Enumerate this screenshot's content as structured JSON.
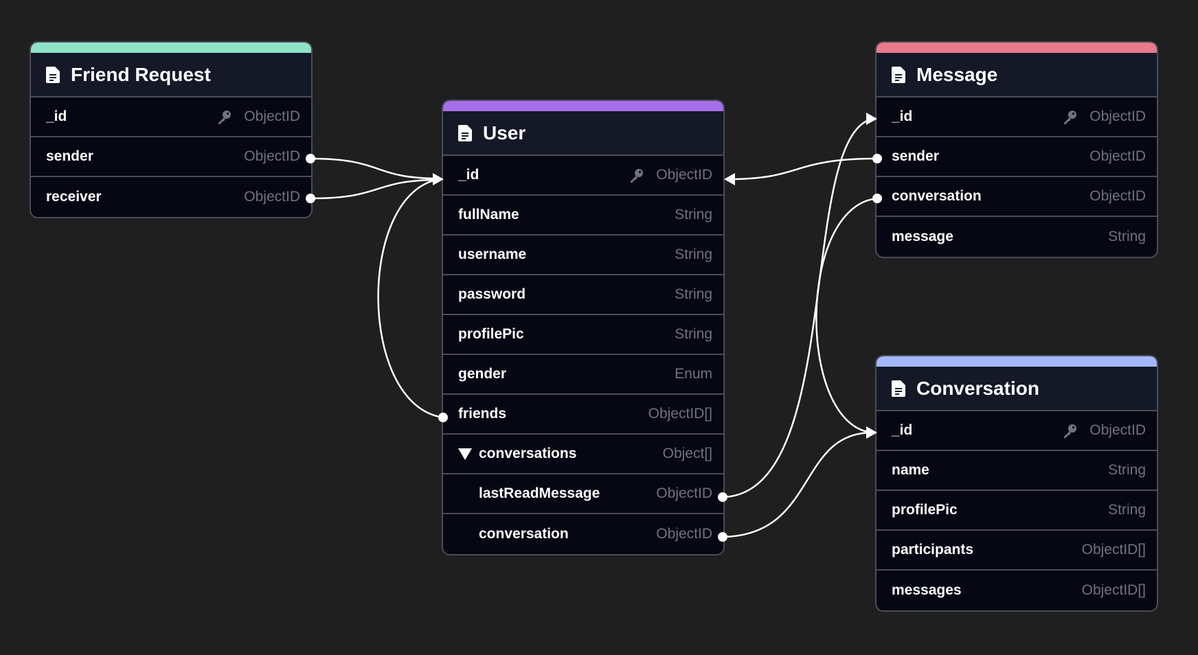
{
  "tables": {
    "friend_request": {
      "title": "Friend Request",
      "accent": "#8ee3c6",
      "fields": [
        {
          "name": "_id",
          "type": "ObjectID"
        },
        {
          "name": "sender",
          "type": "ObjectID"
        },
        {
          "name": "receiver",
          "type": "ObjectID"
        }
      ]
    },
    "user": {
      "title": "User",
      "accent": "#a66ee8",
      "fields": [
        {
          "name": "_id",
          "type": "ObjectID"
        },
        {
          "name": "fullName",
          "type": "String"
        },
        {
          "name": "username",
          "type": "String"
        },
        {
          "name": "password",
          "type": "String"
        },
        {
          "name": "profilePic",
          "type": "String"
        },
        {
          "name": "gender",
          "type": "Enum"
        },
        {
          "name": "friends",
          "type": "ObjectID[]"
        },
        {
          "name": "conversations",
          "type": "Object[]"
        },
        {
          "name": "lastReadMessage",
          "type": "ObjectID"
        },
        {
          "name": "conversation",
          "type": "ObjectID"
        }
      ]
    },
    "message": {
      "title": "Message",
      "accent": "#e87b8b",
      "fields": [
        {
          "name": "_id",
          "type": "ObjectID"
        },
        {
          "name": "sender",
          "type": "ObjectID"
        },
        {
          "name": "conversation",
          "type": "ObjectID"
        },
        {
          "name": "message",
          "type": "String"
        }
      ]
    },
    "conversation": {
      "title": "Conversation",
      "accent": "#a2b8fb",
      "fields": [
        {
          "name": "_id",
          "type": "ObjectID"
        },
        {
          "name": "name",
          "type": "String"
        },
        {
          "name": "profilePic",
          "type": "String"
        },
        {
          "name": "participants",
          "type": "ObjectID[]"
        },
        {
          "name": "messages",
          "type": "ObjectID[]"
        }
      ]
    }
  },
  "icons": {
    "table": "document-icon",
    "primary_key": "key-icon",
    "expand": "caret-down-icon"
  },
  "colors": {
    "background": "#1f1f1f",
    "table_body": "#050713",
    "table_header": "#141827",
    "border": "#4a4d58",
    "edge": "#ffffff"
  }
}
